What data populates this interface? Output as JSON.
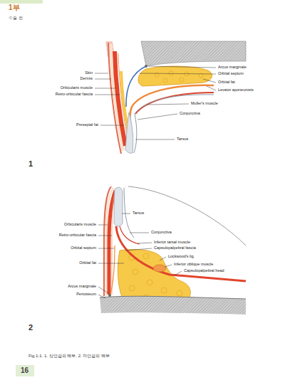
{
  "diagram": {
    "caption": "Fig 1-1. 1. 상안검의 해부, 2. 하안검의 해부",
    "nodes": [
      {
        "text": [
          "16"
        ]
      }
    ],
    "labels": [
      "1부",
      "수술 전",
      "Arcus marginale",
      "Orbital septum",
      "Orbital fat",
      "Levator aponeurosis",
      "Skin",
      "Dermis",
      "Orbicularis muscle",
      "Retro-orbicular fascia",
      "Muller's muscle",
      "Conjunctiva",
      "Preseptal fat",
      "Tarsus",
      "1",
      "Tarsus",
      "Orbicularis muscle",
      "Conjunctiva",
      "Retro-orbicular fascia",
      "Inferior tarsal muscle",
      "Capsulopalpebral fascia",
      "Orbital septum",
      "Lockwood's lig.",
      "Orbital fat",
      "Inferior oblique muscle",
      "Capsulopalpebral head",
      "Arcus marginale",
      "Periosteum",
      "2"
    ]
  }
}
